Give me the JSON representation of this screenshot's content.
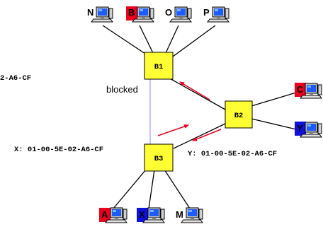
{
  "bridges": {
    "b1": "B1",
    "b2": "B2",
    "b3": "B3"
  },
  "hosts": {
    "n": "N",
    "b": "B",
    "o": "O",
    "p": "P",
    "c": "C",
    "y": "Y",
    "a": "A",
    "x": "X",
    "m": "M"
  },
  "labels": {
    "blocked": "blocked",
    "mac_left_partial": "2-A6-CF",
    "mac_x": "X: 01-00-5E-02-A6-CF",
    "mac_y": "Y: 01-00-5E-02-A6-CF"
  },
  "colors": {
    "bridge_fill": "#ffff33",
    "highlight_red": "#e8001c",
    "highlight_blue": "#1010dd",
    "arrow_red": "#e8001c",
    "blocked_link": "#9999ff"
  }
}
